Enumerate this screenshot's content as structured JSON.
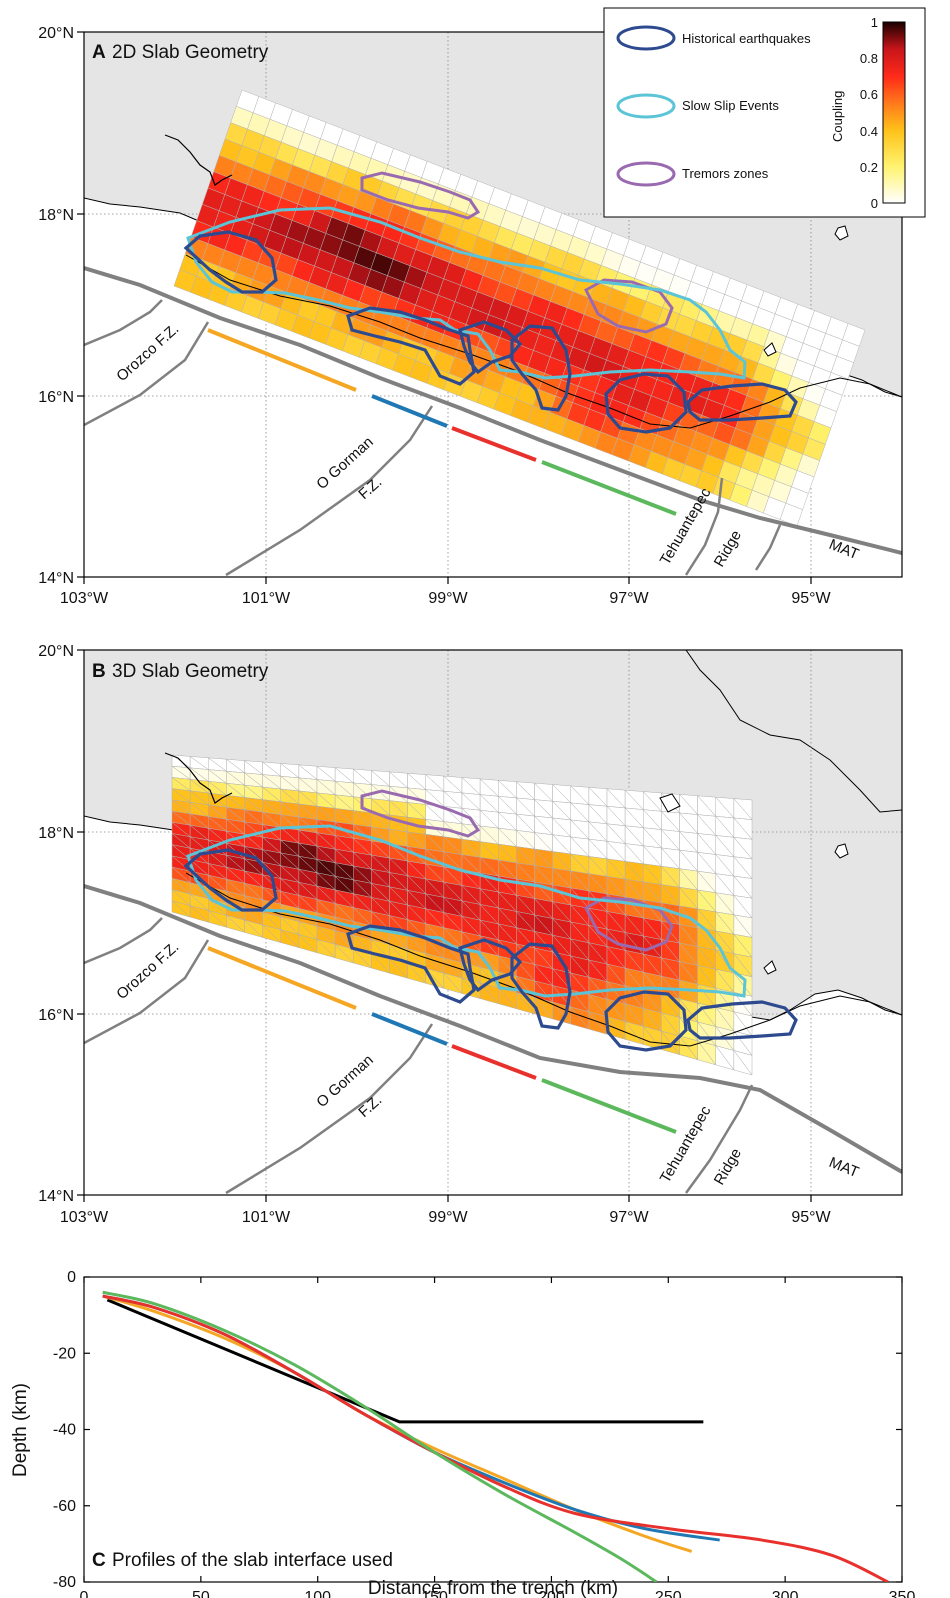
{
  "panels": {
    "a": {
      "letter": "A",
      "title": "2D Slab Geometry"
    },
    "b": {
      "letter": "B",
      "title": "3D Slab Geometry"
    },
    "c": {
      "letter": "C",
      "title": "Profiles of the slab interface used"
    }
  },
  "map_axes": {
    "lat_ticks": [
      "20°N",
      "18°N",
      "16°N",
      "14°N"
    ],
    "lon_ticks": [
      "103°W",
      "101°W",
      "99°W",
      "97°W",
      "95°W"
    ]
  },
  "map_labels": {
    "orozco": "Orozco F.Z.",
    "ogorman_1": "O Gorman",
    "ogorman_2": "F.Z.",
    "tehuantepec": "Tehuantepec",
    "ridge": "Ridge",
    "mat": "MAT"
  },
  "legend": {
    "items": [
      {
        "label": "Historical earthquakes",
        "color": "#2e4a8f"
      },
      {
        "label": "Slow Slip Events",
        "color": "#5bc4d6"
      },
      {
        "label": "Tremors zones",
        "color": "#9a6ab0"
      }
    ],
    "colorbar_title": "Coupling",
    "colorbar_ticks": [
      "1",
      "0.8",
      "0.6",
      "0.4",
      "0.2",
      "0"
    ]
  },
  "profile_colors": {
    "orange": "#f5a623",
    "blue": "#1f78b4",
    "red": "#e8312c",
    "green": "#5cb85c",
    "black": "#000000"
  },
  "chart_data": {
    "type": "line",
    "title": "Profiles of the slab interface used",
    "xlabel": "Distance from the trench (km)",
    "ylabel": "Depth (km)",
    "xlim": [
      0,
      350
    ],
    "ylim": [
      -80,
      0
    ],
    "xticks": [
      "0",
      "50",
      "100",
      "150",
      "200",
      "250",
      "300",
      "350"
    ],
    "yticks": [
      "0",
      "-20",
      "-40",
      "-60",
      "-80"
    ],
    "series": [
      {
        "color": "#000000",
        "x": [
          10,
          135,
          265
        ],
        "y": [
          -6,
          -38,
          -38
        ]
      },
      {
        "color": "#f5a623",
        "x": [
          8,
          30,
          60,
          90,
          120,
          150,
          180,
          210,
          240,
          260
        ],
        "y": [
          -5,
          -9,
          -16,
          -25,
          -36,
          -45,
          -53,
          -61,
          -68,
          -72
        ]
      },
      {
        "color": "#1f78b4",
        "x": [
          8,
          30,
          60,
          90,
          120,
          150,
          180,
          210,
          240,
          272
        ],
        "y": [
          -5,
          -8,
          -15,
          -25,
          -36,
          -46,
          -54,
          -61,
          -66,
          -69
        ]
      },
      {
        "color": "#e8312c",
        "x": [
          8,
          30,
          60,
          90,
          120,
          150,
          180,
          210,
          250,
          290,
          320,
          344
        ],
        "y": [
          -5,
          -8,
          -15,
          -25,
          -36,
          -46,
          -55,
          -62,
          -66,
          -69,
          -73,
          -80
        ]
      },
      {
        "color": "#5cb85c",
        "x": [
          8,
          30,
          60,
          90,
          120,
          150,
          180,
          210,
          230,
          245
        ],
        "y": [
          -4,
          -7,
          -14,
          -23,
          -34,
          -46,
          -57,
          -67,
          -74,
          -80
        ]
      }
    ]
  }
}
